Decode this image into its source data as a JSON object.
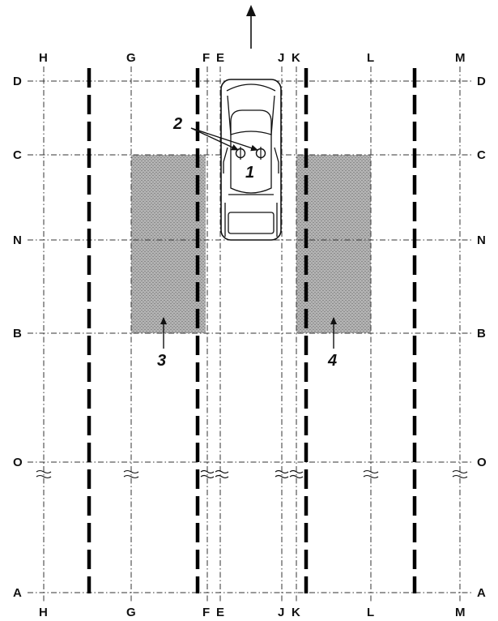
{
  "vertical_lines": [
    {
      "id": "H",
      "label": "H"
    },
    {
      "id": "G",
      "label": "G"
    },
    {
      "id": "F",
      "label": "F"
    },
    {
      "id": "E",
      "label": "E"
    },
    {
      "id": "J",
      "label": "J"
    },
    {
      "id": "K",
      "label": "K"
    },
    {
      "id": "L",
      "label": "L"
    },
    {
      "id": "M",
      "label": "M"
    }
  ],
  "horizontal_lines": [
    {
      "id": "D",
      "label": "D"
    },
    {
      "id": "C",
      "label": "C"
    },
    {
      "id": "N",
      "label": "N"
    },
    {
      "id": "B",
      "label": "B"
    },
    {
      "id": "O",
      "label": "O"
    },
    {
      "id": "A",
      "label": "A"
    }
  ],
  "callouts": {
    "vehicle": "1",
    "sensors": "2",
    "left_zone": "3",
    "right_zone": "4"
  },
  "colors": {
    "zone_fill": "#a9a9a9",
    "line": "#000000"
  }
}
